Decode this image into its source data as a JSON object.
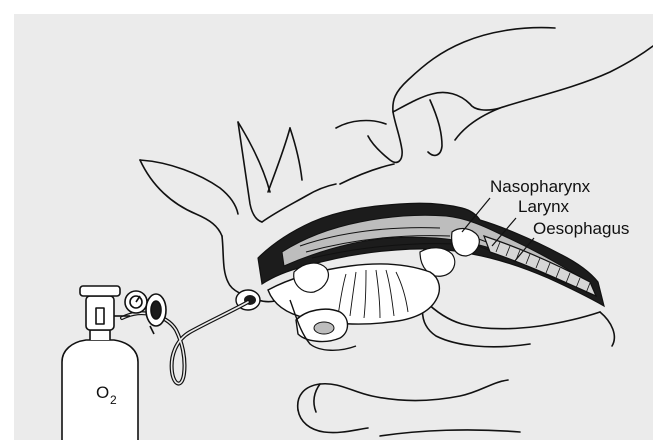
{
  "colors": {
    "background": "#ffffff",
    "panel": "#ebebeb",
    "ink": "#111111",
    "tissue_dark": "#1c1c1c",
    "tissue_light": "#bdbdbd"
  },
  "labels": {
    "nasopharynx": "Nasopharynx",
    "larynx": "Larynx",
    "oesophagus": "Oesophagus"
  },
  "cylinder": {
    "symbol": "O",
    "subscript": "2"
  }
}
